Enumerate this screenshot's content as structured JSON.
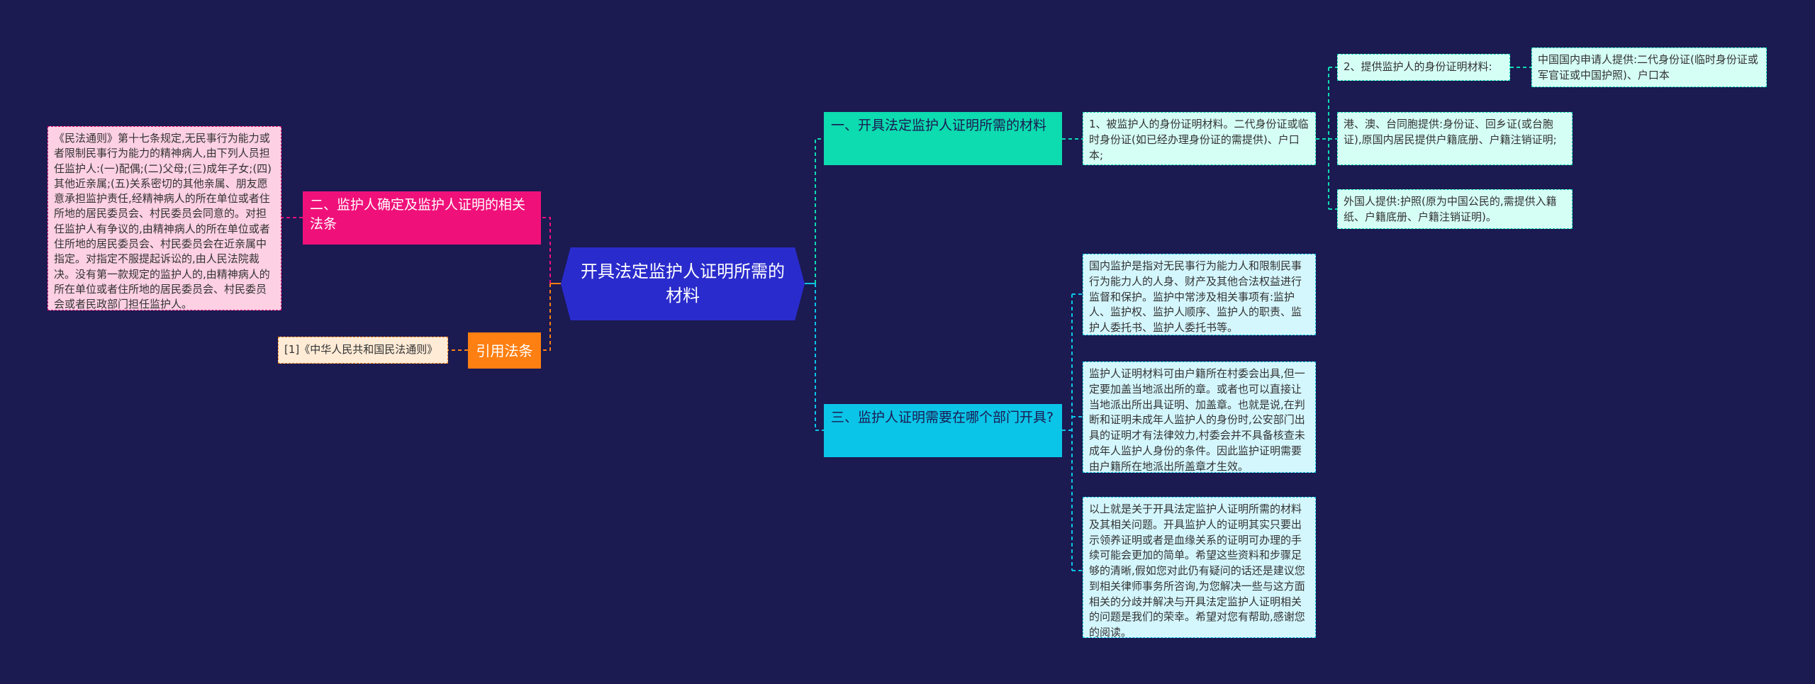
{
  "root": {
    "title": "开具法定监护人证明所需的材料"
  },
  "branches": {
    "one": "一、开具法定监护人证明所需的材料",
    "three": "三、监护人证明需要在哪个部门开具?",
    "two": "二、监护人确定及监护人证明的相关法条",
    "cite": "引用法条"
  },
  "leaves": {
    "identity": "1、被监护人的身份证明材料。二代身份证或临时身份证(如已经办理身份证的需提供)、户口本;",
    "guardian_id": "2、提供监护人的身份证明材料:",
    "mainland": "中国国内申请人提供:二代身份证(临时身份证或军官证或中国护照)、户口本",
    "hkmt": "港、澳、台同胞提供:身份证、回乡证(或台胞证),原国内居民提供户籍底册、户籍注销证明;",
    "foreign": "外国人提供:护照(原为中国公民的,需提供入籍纸、户籍底册、户籍注销证明)。",
    "guardianship": "国内监护是指对无民事行为能力人和限制民事行为能力人的人身、财产及其他合法权益进行监督和保护。监护中常涉及相关事项有:监护人、监护权、监护人顺序、监护人的职责、监护人委托书、监护人委托书等。",
    "village": "监护人证明材料可由户籍所在村委会出具,但一定要加盖当地派出所的章。或者也可以直接让当地派出所出具证明、加盖章。也就是说,在判断和证明未成年人监护人的身份时,公安部门出具的证明才有法律效力,村委会并不具备核查未成年人监护人身份的条件。因此监护证明需要由户籍所在地派出所盖章才生效。",
    "summary": "以上就是关于开具法定监护人证明所需的材料及其相关问题。开具监护人的证明其实只要出示领养证明或者是血缘关系的证明可办理的手续可能会更加的简单。希望这些资料和步骤足够的清晰,假如您对此仍有疑问的话还是建议您到相关律师事务所咨询,为您解决一些与这方面相关的分歧并解决与开具法定监护人证明相关的问题是我们的荣幸。希望对您有帮助,感谢您的阅读。",
    "law": "《民法通则》第十七条规定,无民事行为能力或者限制民事行为能力的精神病人,由下列人员担任监护人:(一)配偶;(二)父母;(三)成年子女;(四)其他近亲属;(五)关系密切的其他亲属、朋友愿意承担监护责任,经精神病人的所在单位或者住所地的居民委员会、村民委员会同意的。对担任监护人有争议的,由精神病人的所在单位或者住所地的居民委员会、村民委员会在近亲属中指定。对指定不服提起诉讼的,由人民法院裁决。没有第一款规定的监护人的,由精神病人的所在单位或者住所地的居民委员会、村民委员会或者民政部门担任监护人。",
    "ref": "[1]《中华人民共和国民法通则》"
  },
  "colors": {
    "background": "#1b1a51",
    "root": "#2a2bcc",
    "green": "#0ddbb0",
    "cyan": "#0bc5e8",
    "pink": "#f0107a",
    "orange": "#fe7f12"
  }
}
